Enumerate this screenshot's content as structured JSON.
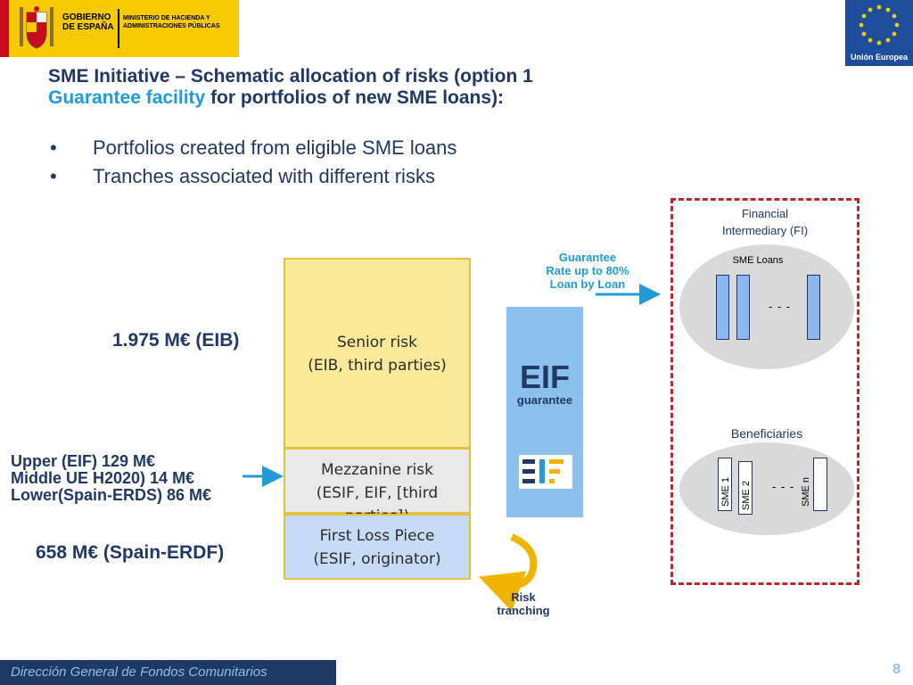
{
  "header": {
    "gov_name": "GOBIERNO DE ESPAÑA",
    "ministry": "MINISTERIO DE HACIENDA Y ADMINISTRACIONES PÚBLICAS",
    "eu_label": "Unión Europea"
  },
  "title": {
    "line1": "SME Initiative – Schematic allocation of risks (option 1",
    "accent": "Guarantee facility",
    "rest": " for portfolios of new SME loans):"
  },
  "bullets": [
    "Portfolios created from eligible SME loans",
    "Tranches associated with different risks"
  ],
  "bullet_symbol": "•",
  "tranches": {
    "senior": {
      "name": "Senior risk",
      "parties": "(EIB, third parties)"
    },
    "mezzanine": {
      "name": "Mezzanine risk",
      "parties": "(ESIF, EIF, [third parties])"
    },
    "first_loss": {
      "name": "First Loss Piece",
      "parties": "(ESIF, originator)"
    }
  },
  "amounts": {
    "senior": "1.975 M€ (EIB)",
    "mezz_upper": "Upper  (EIF) 129 M€",
    "mezz_middle": "Middle UE H2020) 14 M€",
    "mezz_lower": "Lower(Spain-ERDS) 86 M€",
    "first_loss": "658 M€ (Spain-ERDF)"
  },
  "eif": {
    "title": "EIF",
    "subtitle": "guarantee"
  },
  "guarantee_label": [
    "Guarantee",
    "Rate up to 80%",
    "Loan by Loan"
  ],
  "risk_label": [
    "Risk",
    "tranching"
  ],
  "fi": {
    "label_line1": "Financial",
    "label_line2": "Intermediary (FI)",
    "sme_loans": "SME Loans",
    "beneficiaries": "Beneficiaries",
    "sme_labels": [
      "SME 1",
      "SME 2",
      "SME n"
    ],
    "dashes": "- - -"
  },
  "colors": {
    "navy": "#1f3864",
    "accent_blue": "#1f9bd7",
    "senior_fill": "#fbe99a",
    "mezz_fill": "#e8e8e8",
    "flp_fill": "#c5dcf4",
    "eif_fill": "#8cc0ec",
    "dash_red": "#c0272d",
    "arrow_yellow": "#f0b400"
  },
  "footer": {
    "text": "Dirección General de Fondos Comunitarios",
    "page": "8"
  }
}
